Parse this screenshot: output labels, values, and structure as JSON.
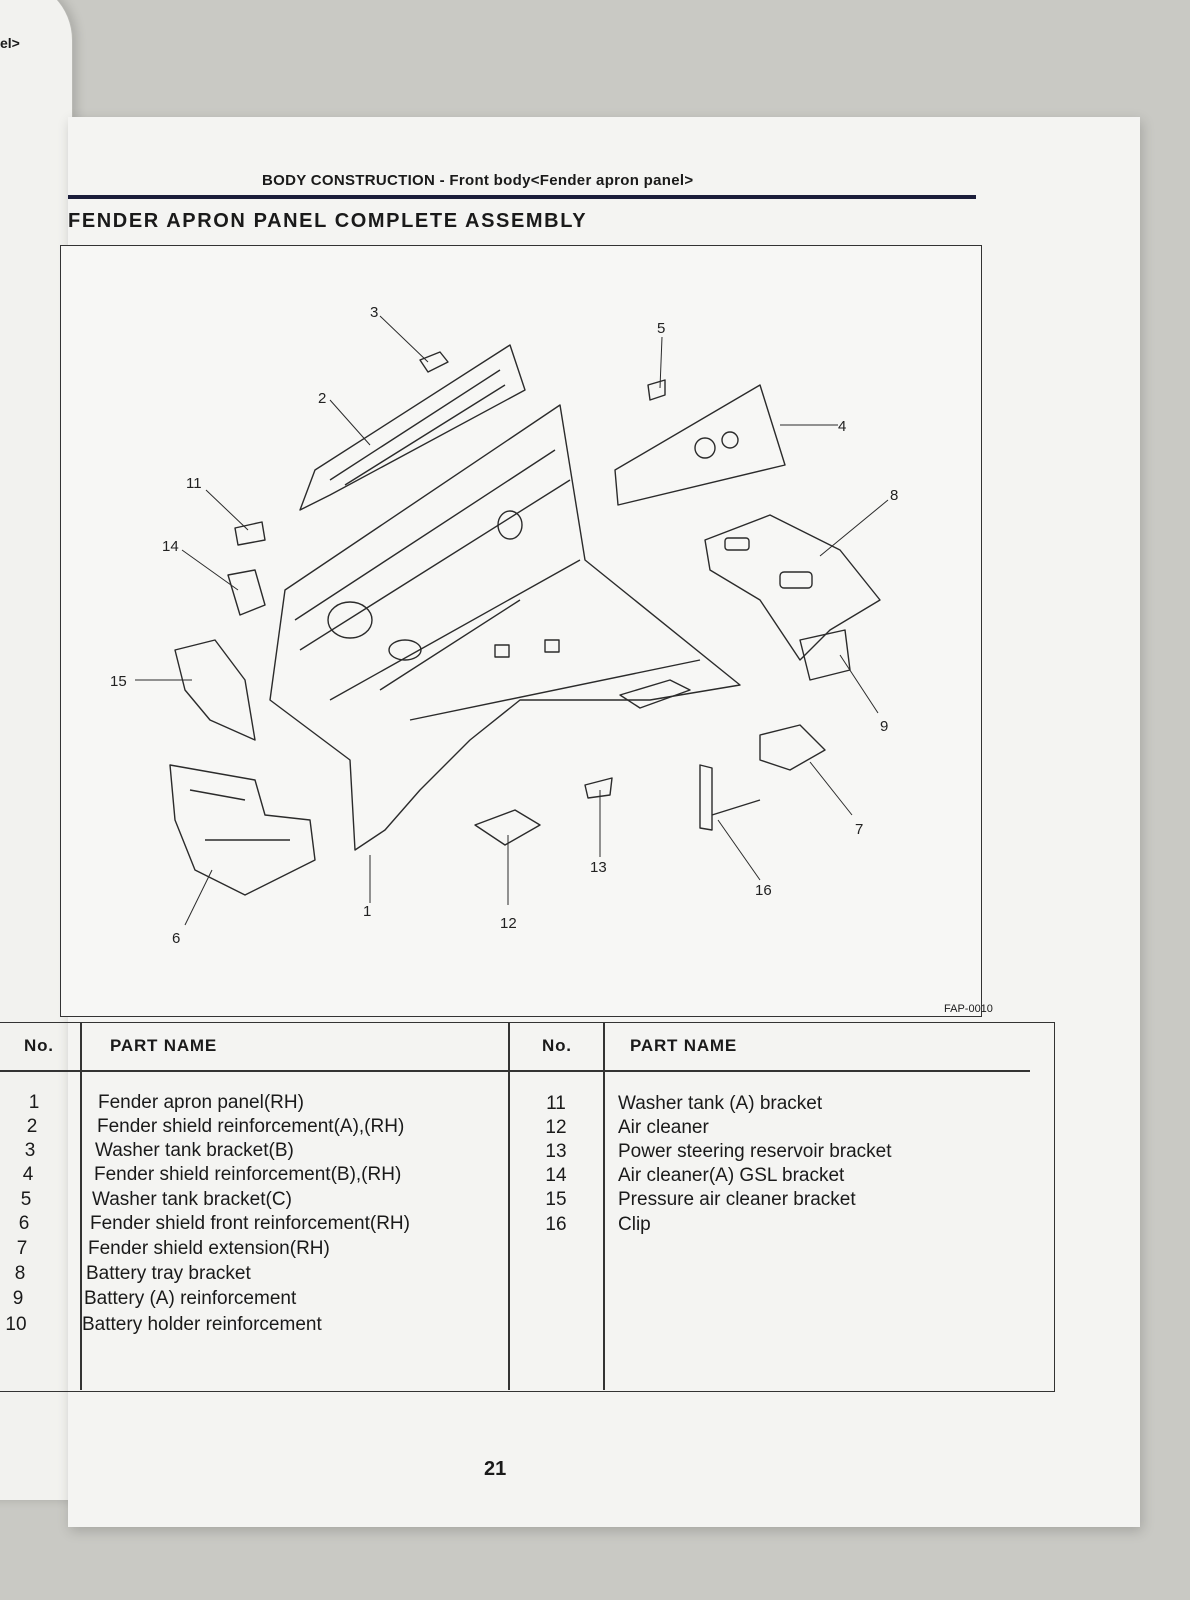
{
  "left_page_fragment": "el>",
  "header": "BODY CONSTRUCTION - Front body<Fender apron panel>",
  "title": "FENDER  APRON  PANEL  COMPLETE  ASSEMBLY",
  "figure_code": "FAP-0010",
  "callouts": [
    "1",
    "2",
    "3",
    "4",
    "5",
    "6",
    "7",
    "8",
    "9",
    "11",
    "12",
    "13",
    "14",
    "15",
    "16"
  ],
  "table": {
    "col_no": "No.",
    "col_name": "PART NAME",
    "left_rows": [
      {
        "no": "1",
        "name": "Fender apron panel(RH)"
      },
      {
        "no": "2",
        "name": "Fender shield reinforcement(A),(RH)"
      },
      {
        "no": "3",
        "name": "Washer tank bracket(B)"
      },
      {
        "no": "4",
        "name": "Fender shield reinforcement(B),(RH)"
      },
      {
        "no": "5",
        "name": "Washer tank bracket(C)"
      },
      {
        "no": "6",
        "name": "Fender shield front reinforcement(RH)"
      },
      {
        "no": "7",
        "name": "Fender shield extension(RH)"
      },
      {
        "no": "8",
        "name": "Battery tray bracket"
      },
      {
        "no": "9",
        "name": "Battery (A) reinforcement"
      },
      {
        "no": "10",
        "name": "Battery holder reinforcement"
      }
    ],
    "right_rows": [
      {
        "no": "11",
        "name": "Washer tank (A) bracket"
      },
      {
        "no": "12",
        "name": "Air cleaner"
      },
      {
        "no": "13",
        "name": "Power steering reservoir bracket"
      },
      {
        "no": "14",
        "name": "Air cleaner(A) GSL bracket"
      },
      {
        "no": "15",
        "name": "Pressure air cleaner bracket"
      },
      {
        "no": "16",
        "name": "Clip"
      }
    ]
  },
  "page_number": "21"
}
